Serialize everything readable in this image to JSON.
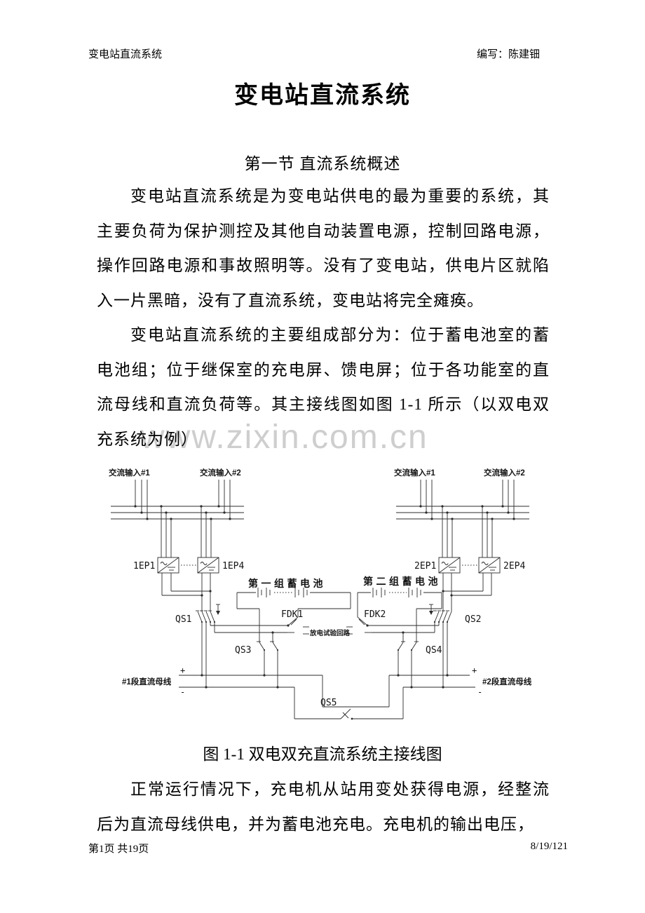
{
  "header": {
    "left": "变电站直流系统",
    "right": "编写：陈建钿"
  },
  "title": "变电站直流系统",
  "section_heading": "第一节 直流系统概述",
  "paragraph_1": "变电站直流系统是为变电站供电的最为重要的系统，其主要负荷为保护测控及其他自动装置电源，控制回路电源，操作回路电源和事故照明等。没有了变电站，供电片区就陷入一片黑暗，没有了直流系统，变电站将完全瘫痪。",
  "paragraph_2": "变电站直流系统的主要组成部分为：位于蓄电池室的蓄电池组；位于继保室的充电屏、馈电屏；位于各功能室的直流母线和直流负荷等。其主接线图如图 1-1 所示（以双电双充系统为例）",
  "paragraph_3": "正常运行情况下，充电机从站用变处获得电源，经整流后为直流母线供电，并为蓄电池充电。充电机的输出电压，",
  "watermark": "www.zixin.com.cn",
  "figure": {
    "caption": "图 1-1 双电双充直流系统主接线图",
    "labels": {
      "ac_input_1": "交流输入#1",
      "ac_input_2": "交流输入#2",
      "rectifier_1ep1": "1EP1",
      "rectifier_1ep4": "1EP4",
      "rectifier_2ep1": "2EP1",
      "rectifier_2ep4": "2EP4",
      "battery_group_1": "第一组蓄电池",
      "battery_group_2": "第二组蓄电池",
      "qs1": "QS1",
      "qs2": "QS2",
      "qs3": "QS3",
      "qs4": "QS4",
      "qs5": "QS5",
      "fdk1": "FDK1",
      "fdk2": "FDK2",
      "discharge_test_loop": "放电试验回路",
      "dc_bus_1": "#1段直流母线",
      "dc_bus_2": "#2段直流母线",
      "plus": "+",
      "minus": "-"
    }
  },
  "footer": {
    "left": "第1页 共19页",
    "right": "8/19/121"
  }
}
